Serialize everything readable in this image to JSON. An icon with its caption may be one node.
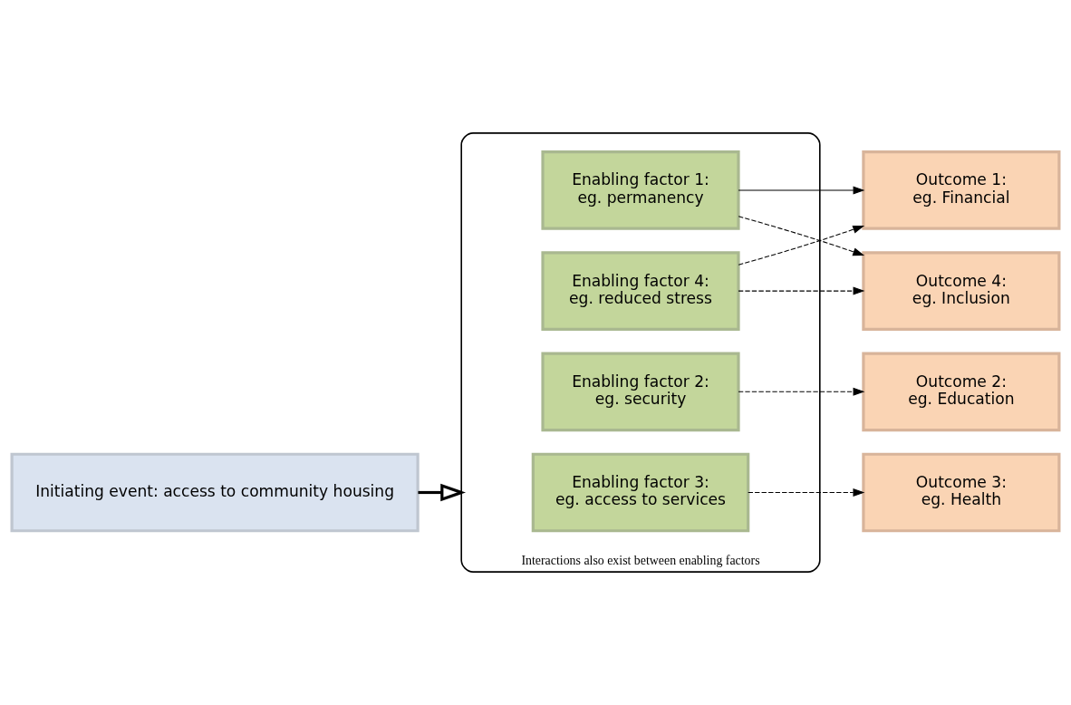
{
  "diagram": {
    "nodes": [
      {
        "text": [
          "Initiating event: access to community housing"
        ]
      },
      {
        "text": [
          "Interactions also exist between enabling factors"
        ]
      },
      {
        "text": [
          "Enabling factor 1:",
          "eg. permanency"
        ],
        "in": 1
      },
      {
        "text": [
          "Enabling factor 2:",
          "eg. security"
        ],
        "in": 1
      },
      {
        "text": [
          "Enabling factor 3:",
          "eg. access to services"
        ],
        "in": 1
      },
      {
        "text": [
          "Enabling factor 4:",
          "eg. reduced stress"
        ],
        "in": 1
      },
      {
        "text": [
          "Outcome 1:",
          "eg. Financial"
        ]
      },
      {
        "text": [
          "Outcome 2:",
          "eg. Education"
        ]
      },
      {
        "text": [
          "Outcome 3:",
          "eg. Health"
        ]
      },
      {
        "text": [
          "Outcome 4:",
          "eg. Inclusion"
        ]
      }
    ],
    "edges": [
      {
        "from": 0,
        "to": 1,
        "arrow": "to",
        "style": "thick"
      },
      {
        "from": 2,
        "to": 6,
        "arrow": "to"
      },
      {
        "from": 3,
        "to": 7,
        "arrow": "to",
        "style": "dashed"
      },
      {
        "from": 4,
        "to": 8,
        "arrow": "to",
        "style": "dashed"
      },
      {
        "from": 5,
        "to": 9,
        "arrow": "to",
        "style": "dashed"
      },
      {
        "from": 2,
        "to": 9,
        "arrow": "to",
        "style": "dashed"
      },
      {
        "from": 5,
        "to": 6,
        "arrow": "to",
        "style": "dashed"
      }
    ]
  }
}
